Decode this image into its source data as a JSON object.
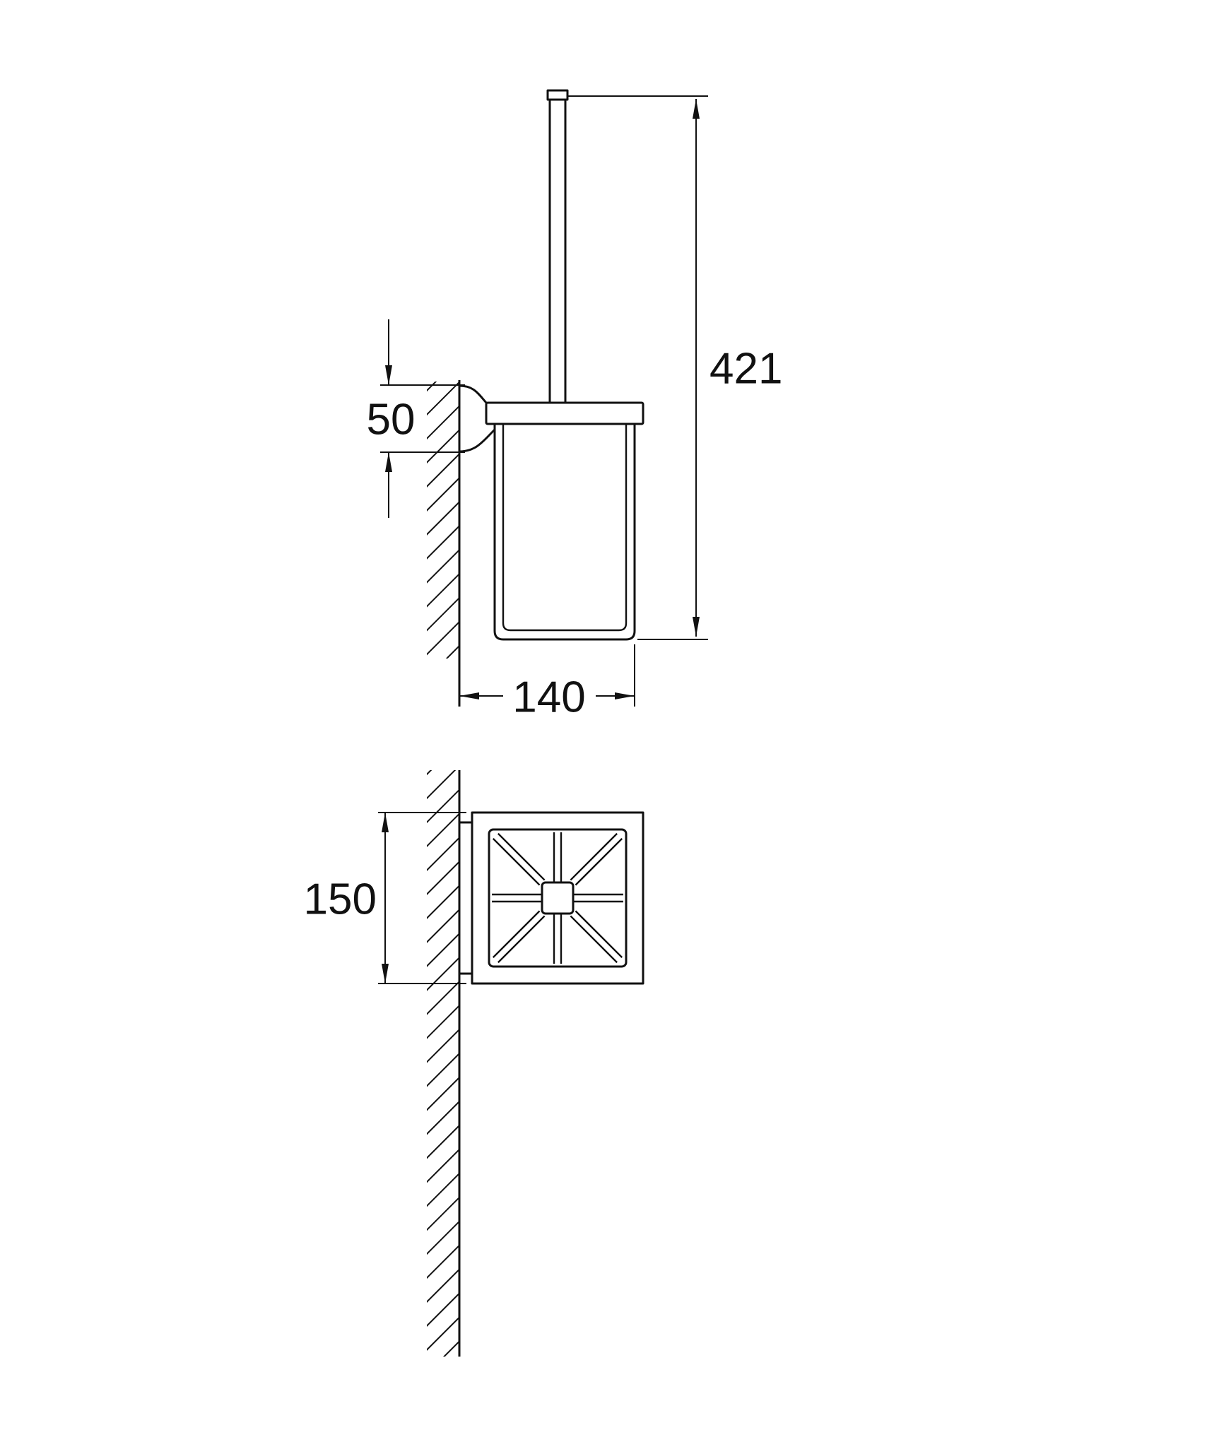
{
  "drawing": {
    "background_color": "#ffffff",
    "line_color": "#111111",
    "dimensions": {
      "total_height": "421",
      "bracket_height": "50",
      "depth": "140",
      "width": "150"
    }
  }
}
